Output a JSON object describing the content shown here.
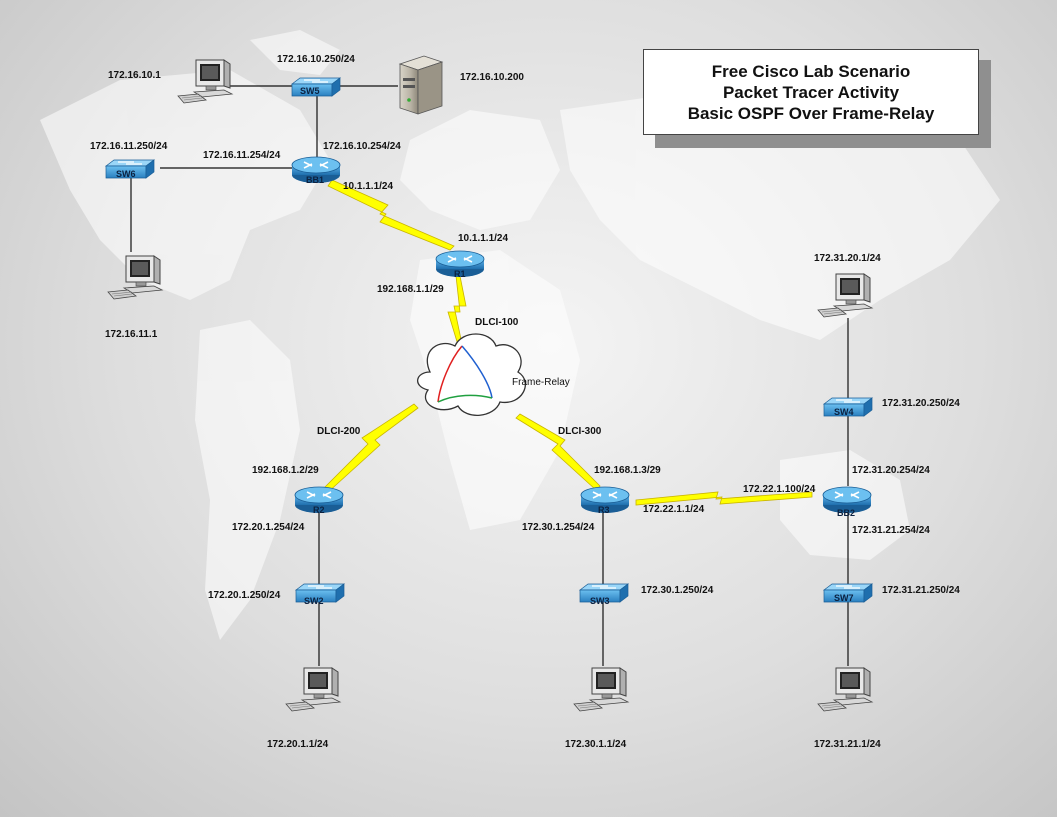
{
  "title": {
    "line1": "Free Cisco Lab Scenario",
    "line2": "Packet Tracer Activity",
    "line3": "Basic OSPF Over Frame-Relay"
  },
  "devices": {
    "bb1": "BB1",
    "r1": "R1",
    "r2": "R2",
    "r3": "R3",
    "bb2": "BB2",
    "sw2": "SW2",
    "sw3": "SW3",
    "sw4": "SW4",
    "sw5": "SW5",
    "sw6": "SW6",
    "sw7": "SW7",
    "cloud": "Frame-Relay"
  },
  "labels": {
    "pc_top": "172.16.10.1",
    "sw5_ip": "172.16.10.250/24",
    "server_ip": "172.16.10.200",
    "sw6_ip": "172.16.11.250/24",
    "bb1_left": "172.16.11.254/24",
    "bb1_top": "172.16.10.254/24",
    "bb1_serial": "10.1.1.1/24",
    "r1_serial": "10.1.1.1/24",
    "r1_fr": "192.168.1.1/29",
    "dlci_100": "DLCI-100",
    "pc_left": "172.16.11.1",
    "dlci_200": "DLCI-200",
    "dlci_300": "DLCI-300",
    "r2_fr": "192.168.1.2/29",
    "r3_fr": "192.168.1.3/29",
    "r2_lan": "172.20.1.254/24",
    "sw2_ip": "172.20.1.250/24",
    "pc_r2": "172.20.1.1/24",
    "r3_lan": "172.30.1.254/24",
    "sw3_ip": "172.30.1.250/24",
    "pc_r3": "172.30.1.1/24",
    "r3_serial": "172.22.1.1/24",
    "bb2_serial": "172.22.1.100/24",
    "bb2_top": "172.31.20.254/24",
    "bb2_bottom": "172.31.21.254/24",
    "sw4_ip": "172.31.20.250/24",
    "sw7_ip": "172.31.21.250/24",
    "pc_sw4": "172.31.20.1/24",
    "pc_sw7": "172.31.21.1/24"
  },
  "colors": {
    "wire": "#111111",
    "serial_link": "#ffff00",
    "serial_outline": "#c9b400",
    "device_blue": "#2f8fd0",
    "vc_red": "#e02020",
    "vc_blue": "#2060d0",
    "vc_green": "#20a040"
  }
}
